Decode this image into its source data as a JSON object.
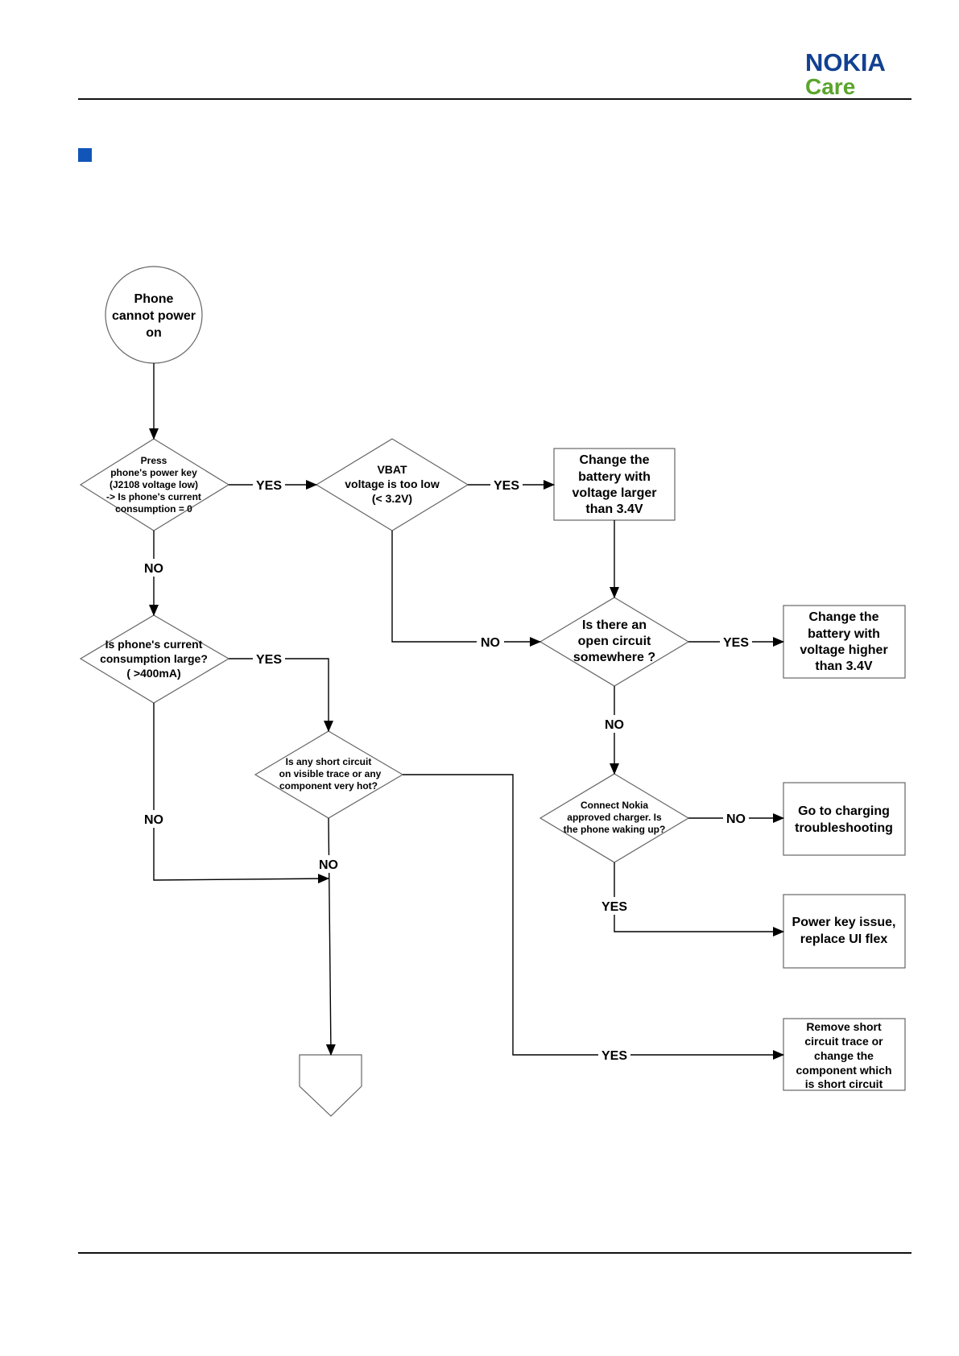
{
  "header": {
    "brand": "NOKIA",
    "sub_brand": "Care",
    "brand_color": "#124191",
    "sub_brand_color": "#5aa52c",
    "bullet_color": "#1155b8"
  },
  "flowchart": {
    "start": [
      "Phone",
      "cannot power",
      "on"
    ],
    "q_power_key": [
      "Press",
      "phone's power key",
      "(J2108 voltage low)",
      "-> Is phone's current",
      "consumption = 0"
    ],
    "q_vbat": [
      "VBAT",
      "voltage is too low",
      "(< 3.2V)"
    ],
    "box_change_battery_1": [
      "Change the",
      "battery with",
      "voltage larger",
      "than 3.4V"
    ],
    "q_open_circuit": [
      "Is there an",
      "open circuit",
      "somewhere ?"
    ],
    "box_change_battery_2": [
      "Change the",
      "battery with",
      "voltage higher",
      "than 3.4V"
    ],
    "q_current_large": [
      "Is phone's current",
      "consumption large?",
      "( >400mA)"
    ],
    "q_short_circuit": [
      "Is any short circuit",
      "on visible trace or any",
      "component very hot?"
    ],
    "q_charger": [
      "Connect Nokia",
      "approved charger. Is",
      "the phone waking up?"
    ],
    "box_charging": [
      "Go to charging",
      "troubleshooting"
    ],
    "box_power_key": [
      "Power key issue,",
      "replace UI flex"
    ],
    "box_remove_short": [
      "Remove short",
      "circuit trace or",
      "change the",
      "component which",
      "is short circuit"
    ],
    "labels": {
      "yes": "YES",
      "no": "NO"
    }
  }
}
